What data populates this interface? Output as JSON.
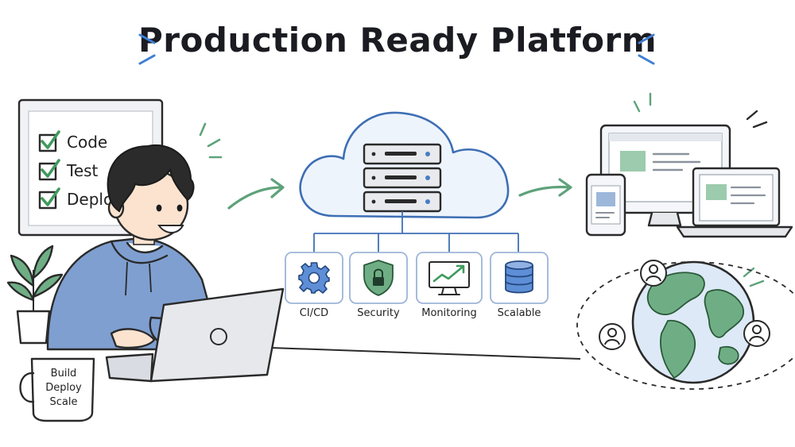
{
  "title": "Production Ready Platform",
  "checklist": {
    "items": [
      {
        "label": "Code",
        "checked": true
      },
      {
        "label": "Test",
        "checked": true
      },
      {
        "label": "Deplo",
        "checked": true
      }
    ]
  },
  "mug": {
    "lines": [
      "Build",
      "Deploy",
      "Scale"
    ]
  },
  "features": [
    {
      "label": "CI/CD",
      "icon": "gear-icon"
    },
    {
      "label": "Security",
      "icon": "shield-lock-icon"
    },
    {
      "label": "Monitoring",
      "icon": "chart-monitor-icon"
    },
    {
      "label": "Scalable",
      "icon": "database-icon"
    }
  ],
  "colors": {
    "accent_blue": "#3e6fb4",
    "accent_green": "#5ea27a",
    "cloud_fill": "#eef4fc",
    "hoodie": "#7f9fd1"
  }
}
